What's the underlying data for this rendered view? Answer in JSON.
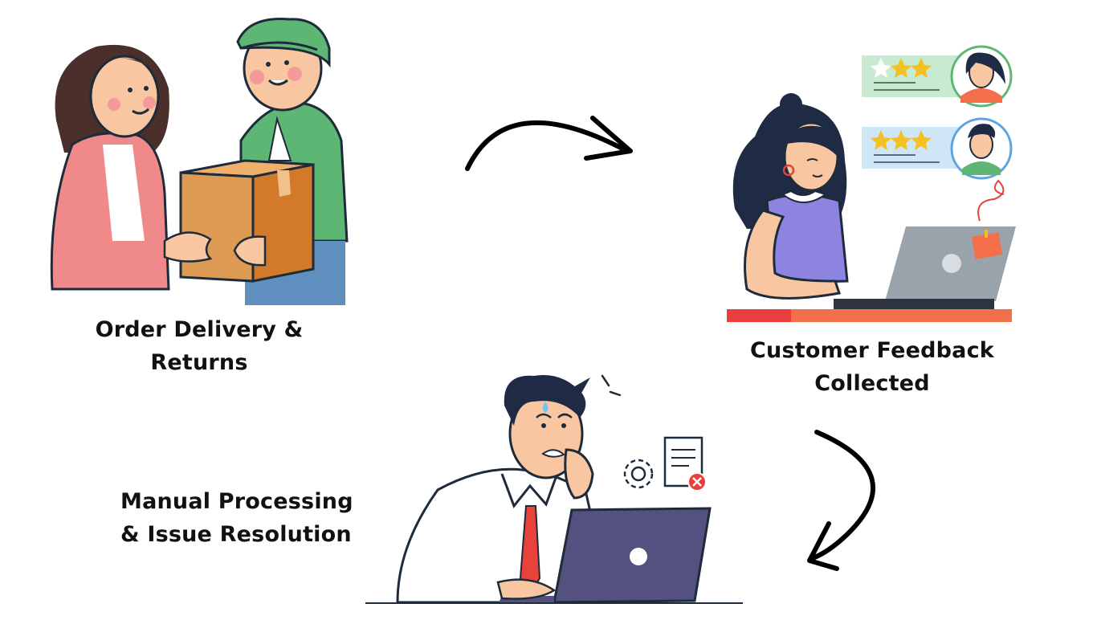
{
  "steps": [
    {
      "label_line1": "Order Delivery &",
      "label_line2": "Returns"
    },
    {
      "label_line1": "Customer Feedback",
      "label_line2": "Collected"
    },
    {
      "label_line1": "Manual Processing",
      "label_line2": "& Issue Resolution"
    }
  ],
  "feedback_cards": [
    {
      "filled_stars": 2,
      "total_stars": 3
    },
    {
      "filled_stars": 3,
      "total_stars": 3
    }
  ],
  "colors": {
    "customer_jacket": "#f08a8a",
    "courier_shirt": "#5db673",
    "box": "#dd9a52",
    "laptop_grey": "#9aa3ab",
    "desk_orange": "#f36f4a",
    "card_green": "#c8ead0",
    "card_blue": "#cfe6f6",
    "star": "#f5c021",
    "laptop_purple": "#545080",
    "tie_red": "#e8433a"
  }
}
